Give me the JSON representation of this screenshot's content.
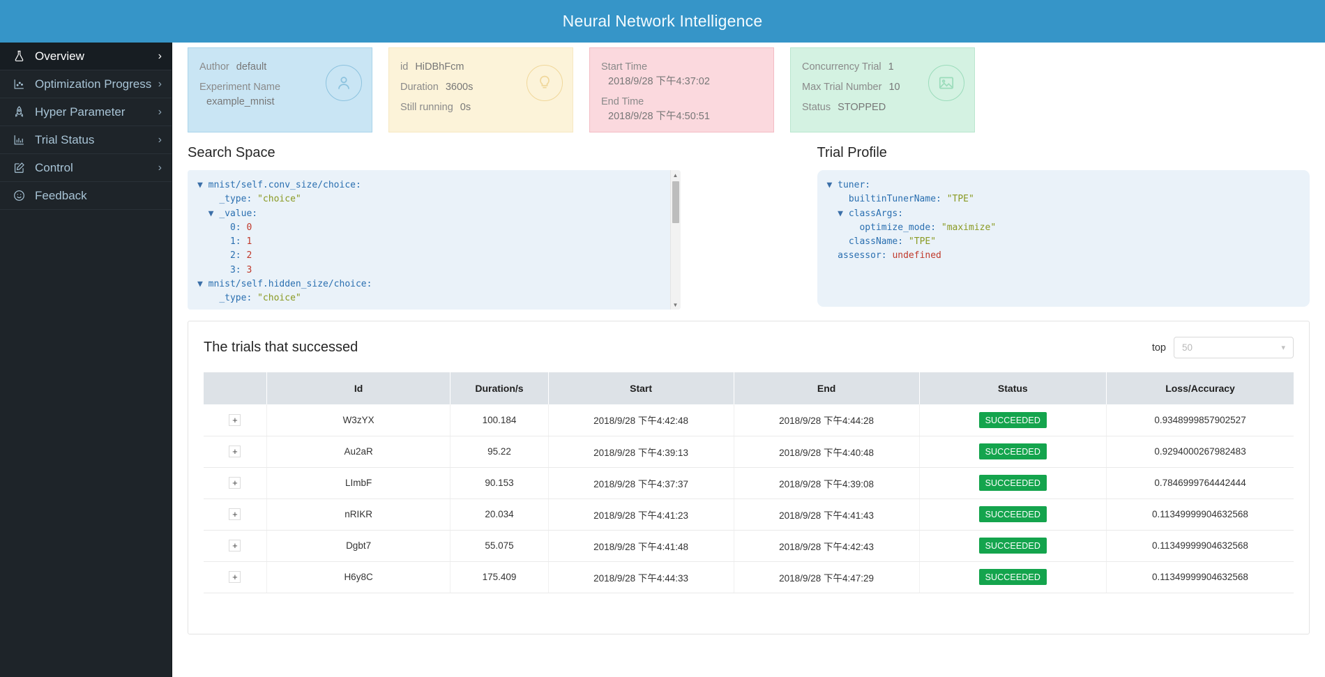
{
  "header": {
    "title": "Neural Network Intelligence"
  },
  "sidebar": {
    "items": [
      {
        "label": "Overview",
        "icon": "flask-icon",
        "chevron": "›",
        "active": true
      },
      {
        "label": "Optimization Progress",
        "icon": "scatter-chart-icon",
        "chevron": "›",
        "active": false
      },
      {
        "label": "Hyper Parameter",
        "icon": "rocket-icon",
        "chevron": "›",
        "active": false
      },
      {
        "label": "Trial Status",
        "icon": "bar-chart-icon",
        "chevron": "›",
        "active": false
      },
      {
        "label": "Control",
        "icon": "edit-icon",
        "chevron": "›",
        "active": false
      },
      {
        "label": "Feedback",
        "icon": "smiley-icon",
        "chevron": "",
        "active": false
      }
    ]
  },
  "cards": {
    "author": {
      "author_label": "Author",
      "author_value": "default",
      "experiment_label": "Experiment Name",
      "experiment_value": "example_mnist",
      "icon": "user-icon",
      "color": "#c9e5f4"
    },
    "experiment": {
      "id_label": "id",
      "id_value": "HiDBhFcm",
      "duration_label": "Duration",
      "duration_value": "3600s",
      "running_label": "Still running",
      "running_value": "0s",
      "icon": "bulb-icon",
      "color": "#fcf3d9"
    },
    "time": {
      "start_label": "Start Time",
      "start_value": "2018/9/28 下午4:37:02",
      "end_label": "End Time",
      "end_value": "2018/9/28 下午4:50:51",
      "color": "#fbd9de"
    },
    "status": {
      "concurrency_label": "Concurrency Trial",
      "concurrency_value": "1",
      "max_trial_label": "Max Trial Number",
      "max_trial_value": "10",
      "status_label": "Status",
      "status_value": "STOPPED",
      "icon": "image-icon",
      "color": "#d4f2e2"
    }
  },
  "search_space": {
    "title": "Search Space",
    "lines": [
      {
        "indent": 0,
        "triangle": true,
        "key": "mnist/self.conv_size/choice:",
        "value": "",
        "vtype": "none"
      },
      {
        "indent": 1,
        "triangle": false,
        "key": "_type:",
        "value": "\"choice\"",
        "vtype": "str"
      },
      {
        "indent": 1,
        "triangle": true,
        "key": "_value:",
        "value": "",
        "vtype": "none"
      },
      {
        "indent": 2,
        "triangle": false,
        "key": "0:",
        "value": "0",
        "vtype": "num"
      },
      {
        "indent": 2,
        "triangle": false,
        "key": "1:",
        "value": "1",
        "vtype": "num"
      },
      {
        "indent": 2,
        "triangle": false,
        "key": "2:",
        "value": "2",
        "vtype": "num"
      },
      {
        "indent": 2,
        "triangle": false,
        "key": "3:",
        "value": "3",
        "vtype": "num"
      },
      {
        "indent": 0,
        "triangle": true,
        "key": "mnist/self.hidden_size/choice:",
        "value": "",
        "vtype": "none"
      },
      {
        "indent": 1,
        "triangle": false,
        "key": "_type:",
        "value": "\"choice\"",
        "vtype": "str"
      }
    ]
  },
  "trial_profile": {
    "title": "Trial Profile",
    "lines": [
      {
        "indent": 0,
        "triangle": true,
        "key": "tuner:",
        "value": "",
        "vtype": "none"
      },
      {
        "indent": 1,
        "triangle": false,
        "key": "builtinTunerName:",
        "value": "\"TPE\"",
        "vtype": "str"
      },
      {
        "indent": 1,
        "triangle": true,
        "key": "classArgs:",
        "value": "",
        "vtype": "none"
      },
      {
        "indent": 2,
        "triangle": false,
        "key": "optimize_mode:",
        "value": "\"maximize\"",
        "vtype": "str"
      },
      {
        "indent": 1,
        "triangle": false,
        "key": "className:",
        "value": "\"TPE\"",
        "vtype": "str"
      },
      {
        "indent": 0,
        "triangle": false,
        "key": "assessor:",
        "value": "undefined",
        "vtype": "undef"
      }
    ]
  },
  "trials": {
    "title": "The trials that successed",
    "top_label": "top",
    "top_value": "50",
    "columns": [
      "",
      "Id",
      "Duration/s",
      "Start",
      "End",
      "Status",
      "Loss/Accuracy"
    ],
    "rows": [
      {
        "expand": "+",
        "id": "W3zYX",
        "duration": "100.184",
        "start": "2018/9/28 下午4:42:48",
        "end": "2018/9/28 下午4:44:28",
        "status": "SUCCEEDED",
        "metric": "0.9348999857902527"
      },
      {
        "expand": "+",
        "id": "Au2aR",
        "duration": "95.22",
        "start": "2018/9/28 下午4:39:13",
        "end": "2018/9/28 下午4:40:48",
        "status": "SUCCEEDED",
        "metric": "0.9294000267982483"
      },
      {
        "expand": "+",
        "id": "LImbF",
        "duration": "90.153",
        "start": "2018/9/28 下午4:37:37",
        "end": "2018/9/28 下午4:39:08",
        "status": "SUCCEEDED",
        "metric": "0.7846999764442444"
      },
      {
        "expand": "+",
        "id": "nRIKR",
        "duration": "20.034",
        "start": "2018/9/28 下午4:41:23",
        "end": "2018/9/28 下午4:41:43",
        "status": "SUCCEEDED",
        "metric": "0.11349999904632568"
      },
      {
        "expand": "+",
        "id": "Dgbt7",
        "duration": "55.075",
        "start": "2018/9/28 下午4:41:48",
        "end": "2018/9/28 下午4:42:43",
        "status": "SUCCEEDED",
        "metric": "0.11349999904632568"
      },
      {
        "expand": "+",
        "id": "H6y8C",
        "duration": "175.409",
        "start": "2018/9/28 下午4:44:33",
        "end": "2018/9/28 下午4:47:29",
        "status": "SUCCEEDED",
        "metric": "0.11349999904632568"
      }
    ]
  },
  "colors": {
    "header_bg": "#3695c8",
    "sidebar_bg": "#1e2429",
    "success_badge": "#14a44d",
    "json_bg": "#eaf2f9"
  }
}
